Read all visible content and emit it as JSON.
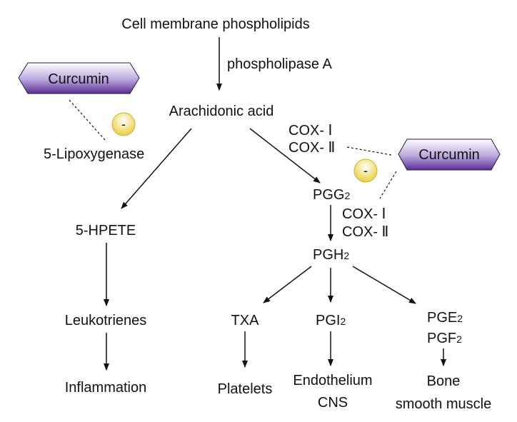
{
  "nodes": {
    "membrane": "Cell membrane phospholipids",
    "phospholipase": "phospholipase A",
    "arachidonic": "Arachidonic acid",
    "lipoxygenase": "5-Lipoxygenase",
    "hpete": "5-HPETE",
    "leukotrienes": "Leukotrienes",
    "inflammation": "Inflammation",
    "cox_top_1": "COX- Ⅰ",
    "cox_top_2": "COX- Ⅱ",
    "pgg": "PGG",
    "pgg_sub": "2",
    "cox_mid_1": "COX- Ⅰ",
    "cox_mid_2": "COX- Ⅱ",
    "pgh": "PGH",
    "pgh_sub": "2",
    "txa": "TXA",
    "platelets": "Platelets",
    "pgi": "PGI",
    "pgi_sub": "2",
    "endothelium": "Endothelium",
    "cns": "CNS",
    "pge": "PGE",
    "pge_sub": "2",
    "pgf": "PGF",
    "pgf_sub": "2",
    "bone": "Bone",
    "smooth_muscle": "smooth muscle"
  },
  "inhibitors": {
    "left_label": "Curcumin",
    "right_label": "Curcumin",
    "left_sign": "-",
    "right_sign": "-"
  },
  "colors": {
    "curcumin_top": "#ffffff",
    "curcumin_mid": "#b9a6dc",
    "curcumin_bottom": "#5b2d91",
    "inhibit_top": "#ffffff",
    "inhibit_bottom": "#e8cf3a"
  }
}
